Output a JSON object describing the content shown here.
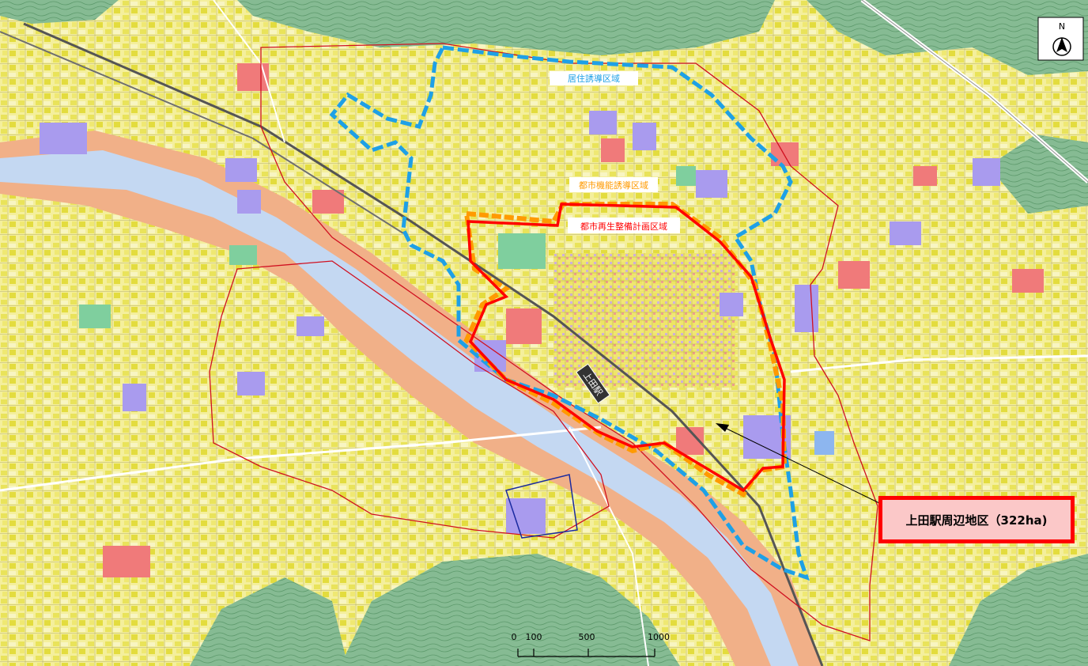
{
  "north_label": "N",
  "zones": {
    "residential_induction": "居住誘導区域",
    "urban_function_induction": "都市機能誘導区域",
    "urban_renewal_plan": "都市再生整備計画区域"
  },
  "station_label": "上田駅",
  "callout": {
    "label": "上田駅周辺地区（322ha)"
  },
  "scale_bar": {
    "ticks": [
      "0",
      "100",
      "500",
      "1000"
    ]
  },
  "colors": {
    "residential_outline": "#1ea0e6",
    "urban_function_outline": "#ff9a00",
    "renewal_outline": "#ff0000",
    "river_sand": "#f2b48a",
    "river_water": "#bcd4f0",
    "mountain": "#7fb78f",
    "residential_yellow": "#f7f3a0",
    "commercial_red": "#f07a7a",
    "public_purple": "#a99bee"
  }
}
